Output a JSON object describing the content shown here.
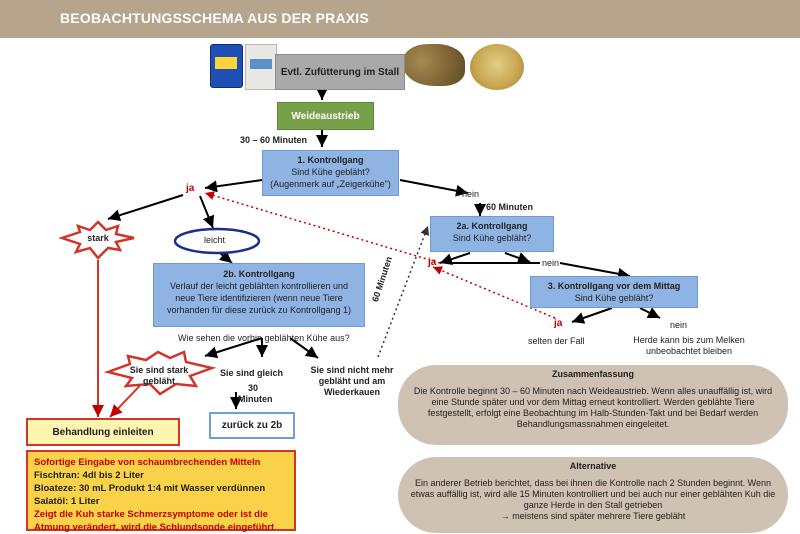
{
  "header": {
    "title": "BEOBACHTUNGSSCHEMA AUS DER PRAXIS"
  },
  "colors": {
    "header": "#b7a48c",
    "blue_box": "#8fb4e3",
    "green_box": "#77a04a",
    "card": "#cfc2b2",
    "warning_red": "#c00000",
    "yellow_box": "#f9d24a"
  },
  "nodes": {
    "zufuetterung": "Evtl. Zufütterung im Stall",
    "weideaustrieb": "Weideaustrieb",
    "time1": "30 – 60 Minuten",
    "kontroll1": {
      "title": "1. Kontrollgang",
      "q": "Sind Kühe gebläht?",
      "note": "(Augenmerk auf „Zeigerkühe\")"
    },
    "ja1": "ja",
    "nein1": "nein",
    "time2": "60 Minuten",
    "kontroll2a": {
      "title": "2a.  Kontrollgang",
      "q": "Sind Kühe gebläht?"
    },
    "ja2": "ja",
    "nein2": "nein",
    "kontroll3": {
      "title": "3.  Kontrollgang vor dem Mittag",
      "q": "Sind Kühe gebläht?"
    },
    "ja3": "ja",
    "nein3": "nein",
    "selten": "selten der Fall",
    "herde": "Herde kann bis zum Melken unbeobachtet bleiben",
    "stark": "stark",
    "leicht": "leicht",
    "kontroll2b": {
      "title": "2b. Kontrollgang",
      "text": "Verlauf der leicht geblähten kontrollieren und neue Tiere identifizieren (wenn neue Tiere vorhanden für diese zurück zu Kontrollgang 1)"
    },
    "question": "Wie sehen die vorhin geblähten Kühe aus?",
    "sind_stark": "Sie sind stark gebläht",
    "sind_gleich": "Sie sind gleich",
    "time3": "30 Minuten",
    "nicht_mehr": "Sie sind nicht mehr gebläht und am Wiederkauen",
    "diag_time": "60 Minuten",
    "zurueck": "zurück zu 2b",
    "behandlung": "Behandlung einleiten"
  },
  "treatment": {
    "line1": "Sofortige Eingabe von schaumbrechenden Mitteln",
    "line2": "Fischtran: 4dl bis 2 Liter",
    "line3": "Bloateze: 30 mL Produkt 1:4 mit Wasser verdünnen",
    "line4": "Salatöl: 1 Liter",
    "line5": "Zeigt die Kuh starke Schmerzsymptome oder ist die Atmung verändert, wird die Schlundsonde eingeführt"
  },
  "summary": {
    "title": "Zusammenfassung",
    "text": "Die Kontrolle beginnt 30 – 60 Minuten nach Weideaustrieb. Wenn alles unauffällig ist, wird eine Stunde später und vor dem Mittag erneut kontrolliert. Werden geblähte Tiere festgestellt, erfolgt eine Beobachtung im Halb-Stunden-Takt und bei Bedarf werden Behandlungsmassnahmen eingeleitet."
  },
  "alternative": {
    "title": "Alternative",
    "text": "Ein anderer Betrieb berichtet, dass bei ihnen die Kontrolle nach 2 Stunden beginnt. Wenn etwas auffällig ist, wird alle 15 Minuten kontrolliert und bei auch nur einer geblähten Kuh die ganze Herde in den Stall getrieben",
    "arrow_text": "→  meistens sind später mehrere Tiere gebläht"
  },
  "icons": [
    "canister-icon",
    "feed-bag-icon",
    "pellets-icon",
    "hay-bale-icon"
  ]
}
